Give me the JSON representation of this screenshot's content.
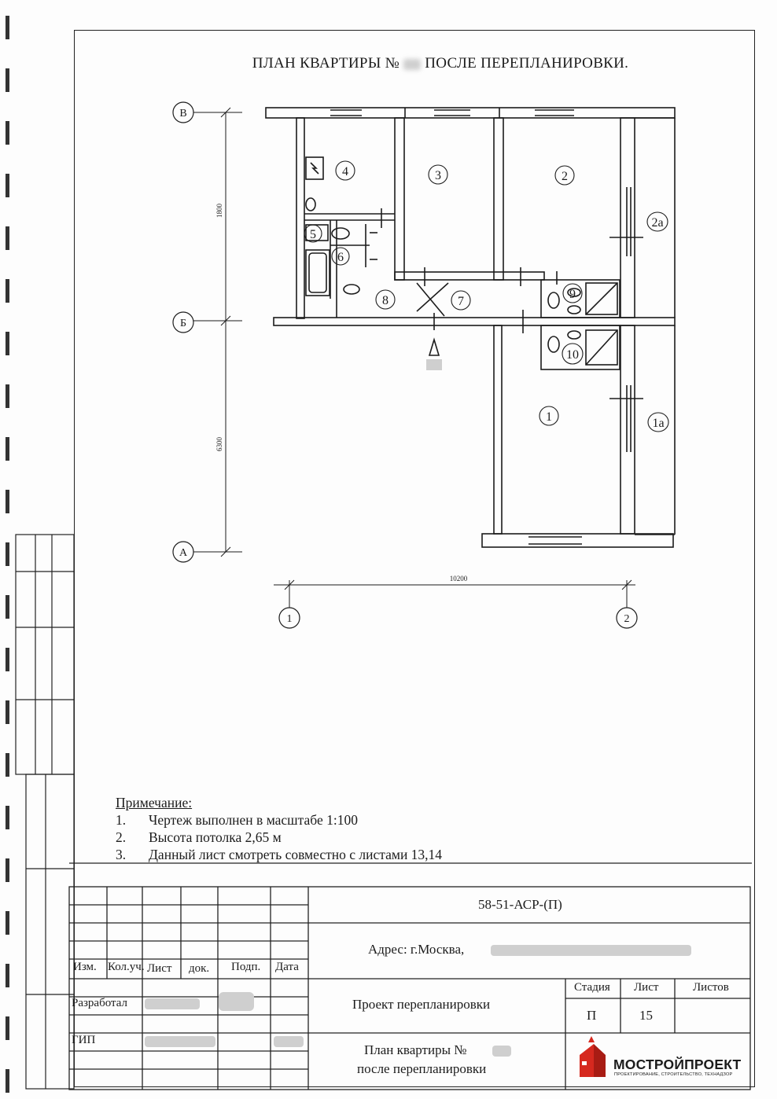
{
  "sheet_title": "ПЛАН КВАРТИРЫ № ",
  "sheet_title_suffix": " ПОСЛЕ ПЕРЕПЛАНИРОВКИ.",
  "axes": {
    "v": [
      "В",
      "Б",
      "А"
    ],
    "h": [
      "1",
      "2"
    ]
  },
  "dimensions": {
    "top": "1800",
    "bottom": "6300",
    "horizontal": "10200"
  },
  "rooms": [
    "1",
    "1а",
    "2",
    "2а",
    "3",
    "4",
    "5",
    "6",
    "7",
    "8",
    "9",
    "10"
  ],
  "notes": {
    "heading": "Примечание:",
    "items": [
      {
        "n": "1.",
        "text": "Чертеж выполнен в масштабе 1:100"
      },
      {
        "n": "2.",
        "text": "Высота потолка 2,65 м"
      },
      {
        "n": "3.",
        "text": "Данный лист смотреть совместно с листами 13,14"
      }
    ]
  },
  "title_block": {
    "code": "58-51-АСР-(П)",
    "address_label": "Адрес: г.Москва,",
    "cols": [
      "Изм.",
      "Кол.уч.",
      "Лист",
      "док.",
      "Подп.",
      "Дата"
    ],
    "roles": [
      "Разработал",
      "ГИП"
    ],
    "project": "Проект перепланировки",
    "sheet_name_1": "План квартиры № ",
    "sheet_name_2": "после перепланировки",
    "stage_label": "Стадия",
    "sheet_label": "Лист",
    "sheets_label": "Листов",
    "stage": "П",
    "sheet": "15",
    "sheets": ""
  },
  "logo": {
    "name": "МОСТРОЙПРОЕКТ",
    "tagline": "ПРОЕКТИРОВАНИЕ, СТРОИТЕЛЬСТВО, ТЕХНАДЗОР",
    "color": "#d6291f"
  }
}
